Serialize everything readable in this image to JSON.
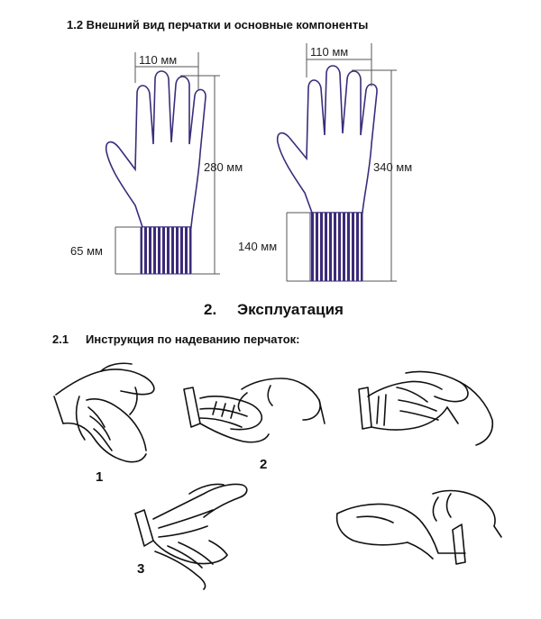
{
  "section_1_2": {
    "title": "1.2  Внешний вид перчатки и основные компоненты"
  },
  "glove_short": {
    "width_label": "110 мм",
    "length_label": "280 мм",
    "cuff_label": "65 мм"
  },
  "glove_long": {
    "width_label": "110 мм",
    "length_label": "340 мм",
    "cuff_label": "140 мм"
  },
  "section_2": {
    "number": "2.",
    "title": "Эксплуатация"
  },
  "section_2_1": {
    "number": "2.1",
    "title": "Инструкция по надеванию перчаток:"
  },
  "steps": [
    {
      "label": "1"
    },
    {
      "label": "2"
    },
    {
      "label": "3"
    }
  ],
  "colors": {
    "cuff": "#3d2a78",
    "outline": "#3a2d7a",
    "dim_line": "#555555"
  }
}
